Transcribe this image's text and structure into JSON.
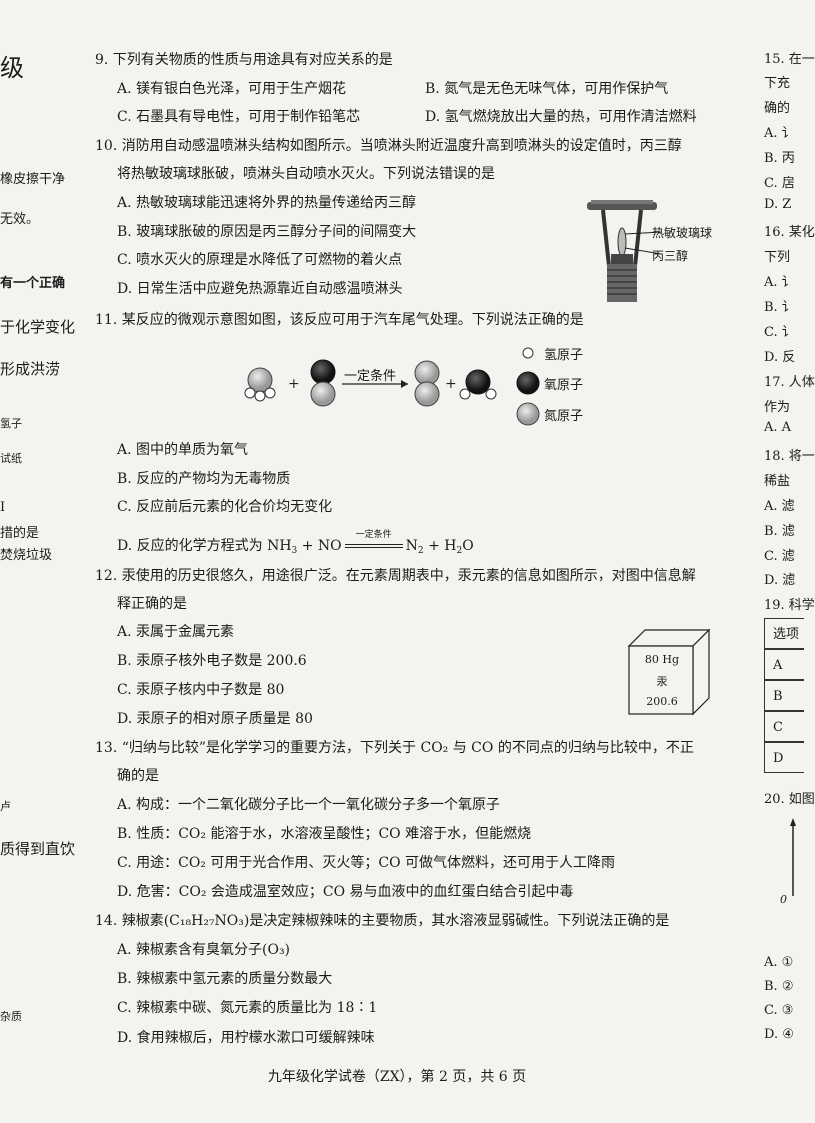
{
  "left_margin": [
    {
      "text": "级"
    },
    {
      "text": "橡皮擦干净"
    },
    {
      "text": "无效。"
    },
    {
      "text": "有一个正确"
    },
    {
      "text": "于化学变化"
    },
    {
      "text": "形成洪涝"
    },
    {
      "text": "氢子"
    },
    {
      "text": "试纸"
    },
    {
      "text": "I"
    },
    {
      "text": "措的是"
    },
    {
      "text": "焚烧垃圾"
    },
    {
      "text": "卢"
    },
    {
      "text": "质得到直饮"
    },
    {
      "text": "杂质"
    }
  ],
  "q9": {
    "stem": "9. 下列有关物质的性质与用途具有对应关系的是",
    "a": "A. 镁有银白色光泽，可用于生产烟花",
    "b": "B. 氮气是无色无味气体，可用作保护气",
    "c": "C. 石墨具有导电性，可用于制作铅笔芯",
    "d": "D. 氢气燃烧放出大量的热，可用作清洁燃料"
  },
  "q10": {
    "stem1": "10. 消防用自动感温喷淋头结构如图所示。当喷淋头附近温度升高到喷淋头的设定值时，丙三醇",
    "stem2": "将热敏玻璃球胀破，喷淋头自动喷水灭火。下列说法错误的是",
    "a": "A. 热敏玻璃球能迅速将外界的热量传递给丙三醇",
    "b": "B. 玻璃球胀破的原因是丙三醇分子间的间隔变大",
    "c": "C. 喷水灭火的原理是水降低了可燃物的着火点",
    "d": "D. 日常生活中应避免热源靠近自动感温喷淋头",
    "label_glass": "热敏玻璃球",
    "label_glycerol": "丙三醇"
  },
  "q11": {
    "stem": "11. 某反应的微观示意图如图，该反应可用于汽车尾气处理。下列说法正确的是",
    "condition": "一定条件",
    "legend_h": "氢原子",
    "legend_o": "氧原子",
    "legend_n": "氮原子",
    "a": "A. 图中的单质为氧气",
    "b": "B. 反应的产物均为无毒物质",
    "c": "C. 反应前后元素的化合价均无变化",
    "d_prefix": "D. 反应的化学方程式为 NH",
    "d_sub1": "3",
    "d_mid": " + NO",
    "d_products": "N",
    "d_sub2": "2",
    "d_end": " + H",
    "d_sub3": "2",
    "d_tail": "O"
  },
  "q12": {
    "stem1": "12. 汞使用的历史很悠久，用途很广泛。在元素周期表中，汞元素的信息如图所示，对图中信息解",
    "stem2": "释正确的是",
    "a": "A. 汞属于金属元素",
    "b": "B. 汞原子核外电子数是 200.6",
    "c": "C. 汞原子核内中子数是 80",
    "d": "D. 汞原子的相对原子质量是 80",
    "cell_top": "80 Hg",
    "cell_name": "汞",
    "cell_mass": "200.6"
  },
  "q13": {
    "stem1": "13. “归纳与比较”是化学学习的重要方法，下列关于 CO₂ 与 CO 的不同点的归纳与比较中，不正",
    "stem2": "确的是",
    "a": "A. 构成：一个二氧化碳分子比一个一氧化碳分子多一个氧原子",
    "b": "B. 性质：CO₂ 能溶于水，水溶液呈酸性；CO 难溶于水，但能燃烧",
    "c": "C. 用途：CO₂ 可用于光合作用、灭火等；CO 可做气体燃料，还可用于人工降雨",
    "d": "D. 危害：CO₂ 会造成温室效应；CO 易与血液中的血红蛋白结合引起中毒"
  },
  "q14": {
    "stem": "14. 辣椒素(C₁₈H₂₇NO₃)是决定辣椒辣味的主要物质，其水溶液显弱碱性。下列说法正确的是",
    "a": "A. 辣椒素含有臭氧分子(O₃)",
    "b": "B. 辣椒素中氢元素的质量分数最大",
    "c": "C. 辣椒素中碳、氮元素的质量比为 18∶1",
    "d": "D. 食用辣椒后，用柠檬水漱口可缓解辣味"
  },
  "right_margin": [
    {
      "text": "15. 在一"
    },
    {
      "text": "下充"
    },
    {
      "text": "确的"
    },
    {
      "text": "A. 讠"
    },
    {
      "text": "B. 丙"
    },
    {
      "text": "C. 扂"
    },
    {
      "text": "D. Z"
    },
    {
      "text": "16. 某化"
    },
    {
      "text": "下列"
    },
    {
      "text": "A. 讠"
    },
    {
      "text": "B. 讠"
    },
    {
      "text": "C. 讠"
    },
    {
      "text": "D. 反"
    },
    {
      "text": "17. 人体"
    },
    {
      "text": "作为"
    },
    {
      "text": "A. A"
    },
    {
      "text": "18. 将一"
    },
    {
      "text": "稀盐"
    },
    {
      "text": "A. 滤"
    },
    {
      "text": "B. 滤"
    },
    {
      "text": "C. 滤"
    },
    {
      "text": "D. 滤"
    },
    {
      "text": "19. 科学"
    },
    {
      "text": "20. 如图"
    },
    {
      "text": "0"
    },
    {
      "text": "A. ①"
    },
    {
      "text": "B. ②"
    },
    {
      "text": "C. ③"
    },
    {
      "text": "D. ④"
    }
  ],
  "q19_table": [
    "选项",
    "A",
    "B",
    "C",
    "D"
  ],
  "footer": "九年级化学试卷（ZX），第 2 页，共 6 页"
}
